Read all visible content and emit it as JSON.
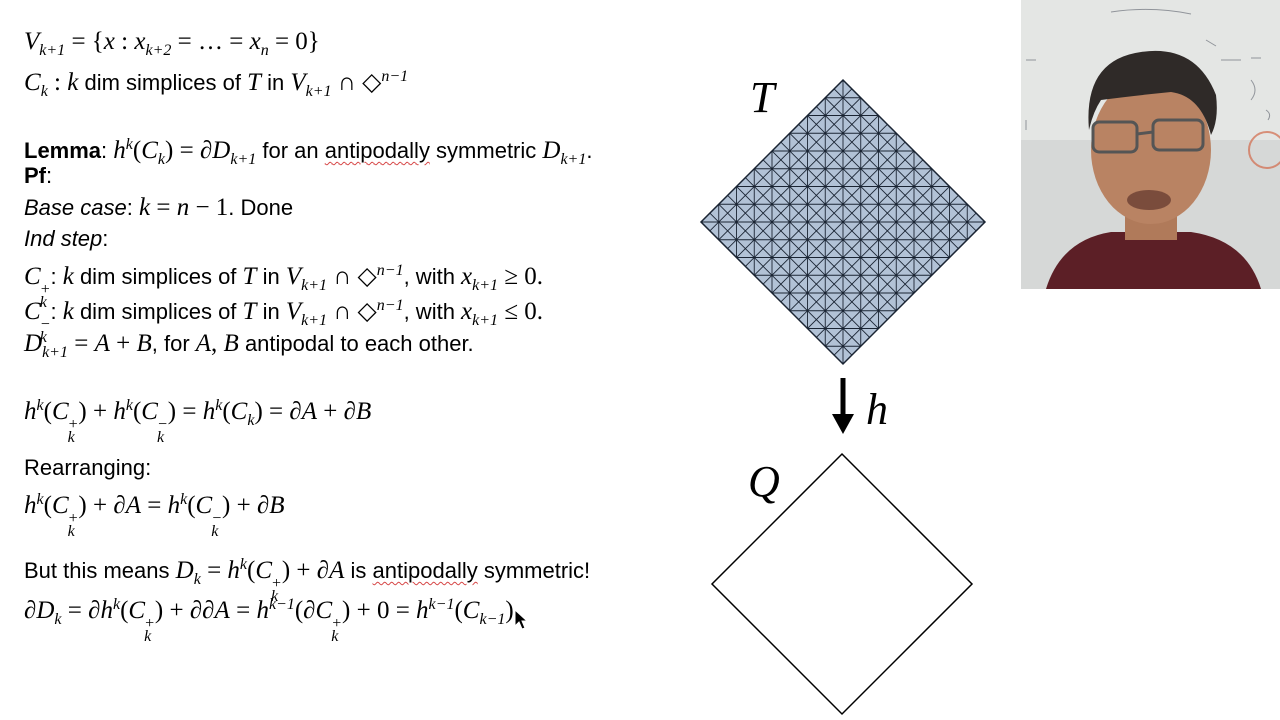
{
  "slide": {
    "lines": {
      "l1": {
        "a": "V",
        "a_sub": "k+1",
        "b": " = {",
        "c": "x",
        "d": " : ",
        "e": "x",
        "e_sub": "k+2",
        "f": " = … = ",
        "g": "x",
        "g_sub": "n",
        "h": " = 0}"
      },
      "l2": {
        "a": "C",
        "a_sub": "k",
        "b": " : ",
        "c": "k",
        "d": " dim simplices of ",
        "e": "T",
        "f": " in ",
        "g": "V",
        "g_sub": "k+1",
        "h": " ∩ ◇",
        "h_sup": "n−1"
      },
      "l3": {
        "label": "Lemma",
        "colon": ": ",
        "a": "h",
        "a_sup": "k",
        "b": "(",
        "c": "C",
        "c_sub": "k",
        "d": ") = ∂",
        "e": "D",
        "e_sub": "k+1",
        "f": " for an ",
        "g": "antipodally",
        "h": " symmetric ",
        "i": "D",
        "i_sub": "k+1",
        "j": "."
      },
      "l4": {
        "label": "Pf",
        "colon": ":"
      },
      "l5": {
        "label": "Base case",
        "colon": ": ",
        "a": "k",
        "b": " = ",
        "c": "n",
        "d": " − 1",
        "e": ". Done"
      },
      "l6": {
        "label": "Ind step",
        "colon": ":"
      },
      "l7": {
        "a": "C",
        "a_sup": "+",
        "a_sub": "k",
        "b": ": ",
        "c": "k",
        "d": " dim simplices of ",
        "e": "T",
        "f": " in ",
        "g": "V",
        "g_sub": "k+1",
        "h": " ∩ ◇",
        "h_sup": "n−1",
        "i": ", with ",
        "j": "x",
        "j_sub": "k+1",
        "k": " ≥ 0."
      },
      "l8": {
        "a": "C",
        "a_sup": "−",
        "a_sub": "k",
        "b": ": ",
        "c": "k",
        "d": " dim simplices of ",
        "e": "T",
        "f": " in ",
        "g": "V",
        "g_sub": "k+1",
        "h": " ∩ ◇",
        "h_sup": "n−1",
        "i": ", with ",
        "j": "x",
        "j_sub": "k+1",
        "k": " ≤ 0."
      },
      "l9": {
        "a": "D",
        "a_sub": "k+1",
        "b": " = ",
        "c": "A",
        "d": " + ",
        "e": "B",
        "f": ", for ",
        "g": "A",
        "h": ", ",
        "i": "B",
        "j": " antipodal to each other."
      },
      "l10": {
        "text": "h^k(C_k^+) + h^k(C_k^-) = h^k(C_k) = ∂A + ∂B"
      },
      "l11": {
        "text": "Rearranging:"
      },
      "l12": {
        "text": "h^k(C_k^+) + ∂A = h^k(C_k^-) + ∂B"
      },
      "l13": {
        "a": "But this means ",
        "b": "D",
        "b_sub": "k",
        "c": " = ",
        "d": "h",
        "d_sup": "k",
        "e": "(",
        "f": "C",
        "f_sup": "+",
        "f_sub": "k",
        "g": ") + ∂",
        "h": "A",
        "i": " is ",
        "j": "antipodally",
        "k": " symmetric!"
      },
      "l14": {
        "text": "∂D_k = ∂h^k(C_k^+) + ∂∂A = h^{k-1}(∂C_k^+) + 0 = h^{k-1}(C_{k-1})."
      }
    }
  },
  "diagram": {
    "top_label": "T",
    "bottom_label": "Q",
    "map_label": "h",
    "grid_fill": "#b2c2d6",
    "grid_lines": 16
  },
  "webcam": {
    "description_icon": "presenter-video-icon"
  }
}
